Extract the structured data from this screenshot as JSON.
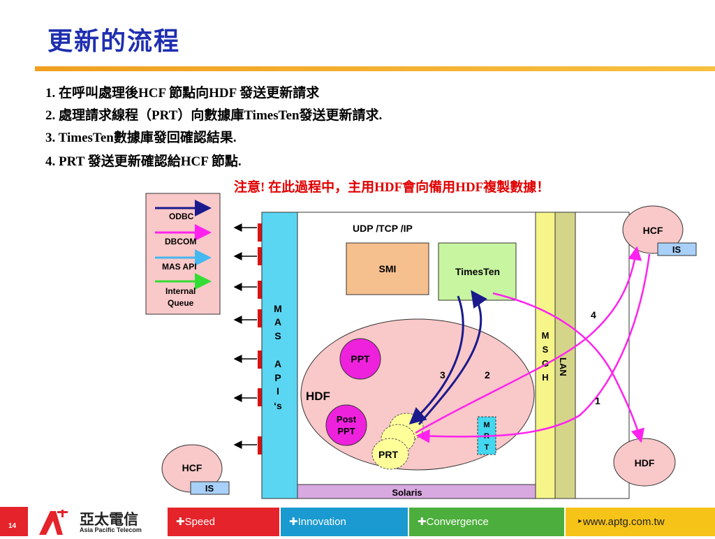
{
  "title": "更新的流程",
  "steps": [
    "1. 在呼叫處理後HCF 節點向HDF 發送更新請求",
    "2. 處理請求線程（PRT）向數據庫TimesTen發送更新請求.",
    "3. TimesTen數據庫發回確認結果.",
    "4. PRT 發送更新確認給HCF 節點."
  ],
  "note": "注意! 在此過程中，主用HDF會向備用HDF複製數據！",
  "legend": [
    "ODBC",
    "DBCOM",
    "MAS API",
    "Internal",
    "Queue"
  ],
  "colors": {
    "odbc": "#1a1a8c",
    "dbcom": "#ff22ee",
    "mas_api": "#44b8f0",
    "internal_queue": "#33dd33",
    "title": "#1f2fb0",
    "note": "#e00000"
  },
  "diagram": {
    "udp": "UDP /TCP /IP",
    "smi": "SMI",
    "timesten": "TimesTen",
    "mas_letters": [
      "M",
      "A",
      "S",
      "A",
      "P",
      "I",
      "‘s"
    ],
    "msgh_letters": [
      "M",
      "S",
      "G",
      "H"
    ],
    "lan": "LAN",
    "hdf": "HDF",
    "ppt": "PPT",
    "post_ppt": [
      "Post",
      "PPT"
    ],
    "prt": "PRT",
    "mrt_letters": [
      "M",
      "R",
      "T"
    ],
    "solaris": "Solaris",
    "hcf_left": "HCF",
    "is_left": "IS",
    "hcf_right": "HCF",
    "is_right": "IS",
    "hdf_right": "HDF",
    "arrow_labels": {
      "a1": "1",
      "a2": "2",
      "a3": "3",
      "a4": "4"
    }
  },
  "footer": {
    "page": "14",
    "logo_cn": "亞太電信",
    "logo_en": "Asia Pacific Telecom",
    "speed": "✚Speed",
    "innovation": "✚Innovation",
    "convergence": "✚Convergence",
    "url": "‣www.aptg.com.tw"
  }
}
